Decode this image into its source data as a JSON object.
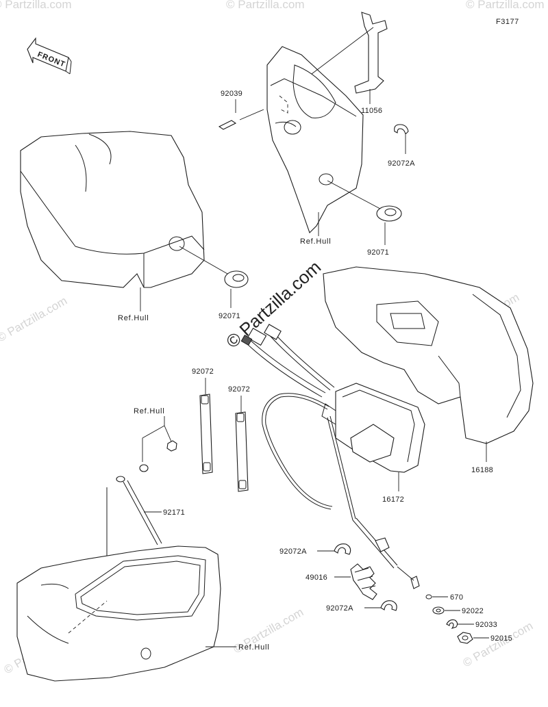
{
  "figure_code": "F3177",
  "front_label": "FRONT",
  "watermark_small": "© Partzilla.com",
  "watermark_center": "© Partzilla.com",
  "parts": {
    "p11056": "11056",
    "p92039": "92039",
    "p92072A_top": "92072A",
    "p92071_top": "92071",
    "p92071_left": "92071",
    "p92072_a": "92072",
    "p92072_b": "92072",
    "p92171": "92171",
    "p16188": "16188",
    "p16172": "16172",
    "p92072A_mid": "92072A",
    "p49016": "49016",
    "p92072A_low": "92072A",
    "p670": "670",
    "p92022": "92022",
    "p92033": "92033",
    "p92015": "92015"
  },
  "refs": {
    "ref_top": "Ref.Hull",
    "ref_left": "Ref.Hull",
    "ref_mid": "Ref.Hull",
    "ref_bottom": "Ref.Hull"
  },
  "icons": {
    "front_arrow": "front-arrow-icon"
  }
}
